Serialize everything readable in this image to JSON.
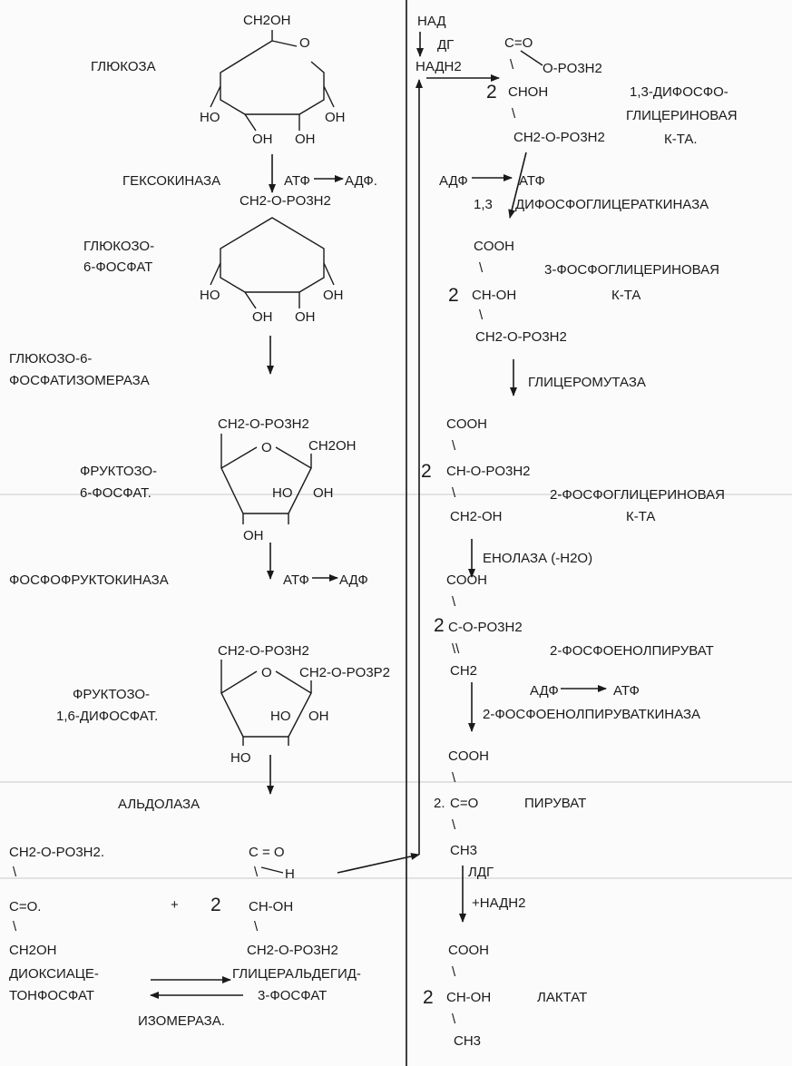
{
  "left": {
    "glucose": {
      "name": "ГЛЮКОЗА",
      "ring_o": "O",
      "ch2oh": "CH2OH",
      "oh_ho": "HO",
      "oh_r": "OH",
      "oh_b1": "OH",
      "oh_b2": "OH"
    },
    "hexokinase": {
      "enzyme": "ГЕКСОКИНАЗА",
      "atp": "АТФ",
      "adp": "АДФ."
    },
    "g6p": {
      "substituent": "CH2-O-PO3H2",
      "name_1": "ГЛЮКОЗО-",
      "name_2": "6-ФОСФАТ",
      "oh_ho": "HO",
      "oh_r": "OH",
      "oh_b1": "OH",
      "oh_b2": "OH"
    },
    "isomerase_g6p": {
      "line_1": "ГЛЮКОЗО-6-",
      "line_2": "ФОСФАТИЗОМЕРАЗА"
    },
    "f6p": {
      "substituent": "CH2-O-PO3H2",
      "ring_o": "O",
      "ch2oh": "CH2OH",
      "name_1": "ФРУКТОЗО-",
      "name_2": "6-ФОСФАТ.",
      "ho": "HO",
      "oh": "OH",
      "oh_bottom": "OH"
    },
    "pfk": {
      "enzyme": "ФОСФОФРУКТОКИНАЗА",
      "atp": "АТФ",
      "adp": "АДФ"
    },
    "f16bp": {
      "substituent_1": "CH2-O-PO3H2",
      "ring_o": "O",
      "substituent_2": "CH2-O-PO3P2",
      "name_1": "ФРУКТОЗО-",
      "name_2": "1,6-ДИФОСФАТ.",
      "ho": "HO",
      "oh": "OH",
      "ho_bottom": "HO"
    },
    "aldolase": "АЛЬДОЛАЗА",
    "dhap": {
      "l1": "CH2-O-PO3H2.",
      "b1": "\\",
      "l2": "C=O.",
      "b2": "\\",
      "l3": "CH2OH",
      "name_1": "ДИОКСИАЦЕ-",
      "name_2": "ТОНФОСФАТ"
    },
    "plus": "+",
    "coef_2": "2",
    "gap": {
      "l1": "C = O",
      "l1b": "\\",
      "l1h": "H",
      "l2": "CH-OH",
      "b2": "\\",
      "l3": "CH2-O-PO3H2",
      "name_1": "ГЛИЦЕРАЛЬДЕГИД-",
      "name_2": "3-ФОСФАТ"
    },
    "isomerase": "ИЗОМЕРАЗА."
  },
  "right": {
    "nad": "НАД",
    "dg": "ДГ",
    "nadh2": "НАДН2",
    "bpg": {
      "c_o": "C=O",
      "b1": "\\",
      "po3": "O-PO3H2",
      "coef": "2",
      "chon": "CHOH",
      "b2": "\\",
      "ch2": "CH2-O-PO3H2",
      "name_1": "1,3-ДИФОСФО-",
      "name_2": "ГЛИЦЕРИНОВАЯ",
      "name_3": "К-ТА."
    },
    "pgk": {
      "adp": "АДФ",
      "atp": "АТФ",
      "enzyme_prefix": "1,3",
      "enzyme": "ДИФОСФОГЛИЦЕРАТКИНАЗА"
    },
    "pg3": {
      "cooh": "COOH",
      "b1": "\\",
      "coef": "2",
      "choh": "CH-OH",
      "b2": "\\",
      "ch2": "CH2-O-PO3H2",
      "name_1": "3-ФОСФОГЛИЦЕРИНОВАЯ",
      "name_2": "К-ТА"
    },
    "mutase": "ГЛИЦЕРОМУТАЗА",
    "pg2": {
      "cooh": "COOH",
      "b1": "\\",
      "coef": "2",
      "ch": "CH-O-PO3H2",
      "b2": "\\",
      "ch2": "CH2-OH",
      "name_1": "2-ФОСФОГЛИЦЕРИНОВАЯ",
      "name_2": "К-ТА"
    },
    "enolase": "ЕНОЛАЗА (-H2O)",
    "pep": {
      "cooh": "COOH",
      "b1": "\\",
      "coef": "2",
      "c": "C-O-PO3H2",
      "b2": "\\\\",
      "ch2": "CH2",
      "name": "2-ФОСФОЕНОЛПИРУВАТ"
    },
    "pk": {
      "adp": "АДФ",
      "atp": "АТФ",
      "enzyme": "2-ФОСФОЕНОЛПИРУВАТКИНАЗА"
    },
    "pyruvate": {
      "cooh": "COOH",
      "b1": "\\",
      "coef": "2.",
      "c_o": "C=O",
      "b2": "\\",
      "ch3": "CH3",
      "name": "ПИРУВАТ"
    },
    "ldh": {
      "enzyme": "ЛДГ",
      "nadh2": "+НАДН2"
    },
    "lactate": {
      "cooh": "COOH",
      "b1": "\\",
      "coef": "2",
      "choh": "CH-OH",
      "b2": "\\",
      "ch3": "CH3",
      "name": "ЛАКТАТ"
    }
  }
}
